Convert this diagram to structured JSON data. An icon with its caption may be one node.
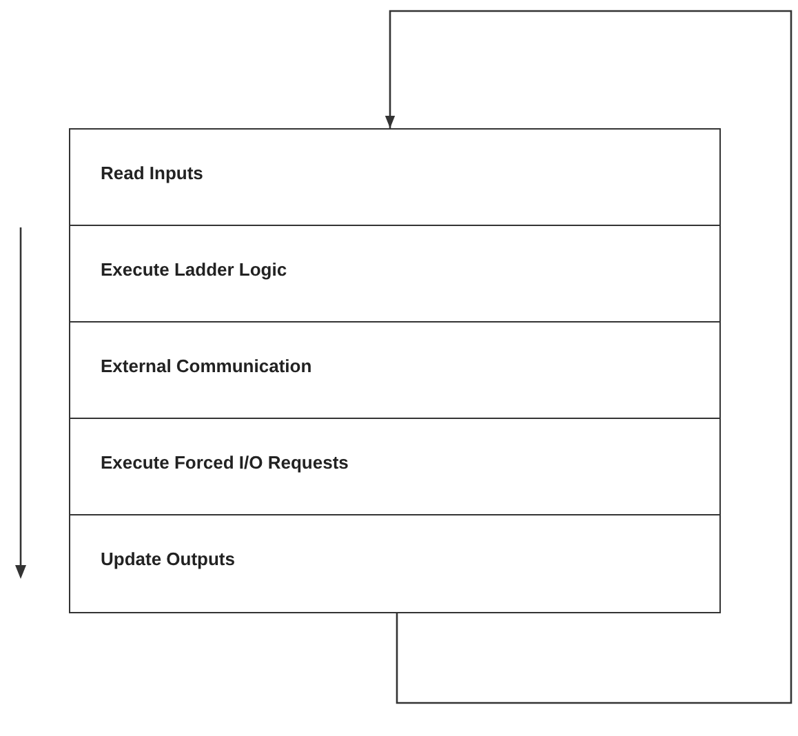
{
  "diagram": {
    "nodes": [
      {
        "text": [
          "Read Inputs"
        ]
      },
      {
        "text": [
          "Execute Ladder Logic"
        ]
      },
      {
        "text": [
          "External Communication"
        ]
      },
      {
        "text": [
          "Execute Forced I/O Requests"
        ]
      },
      {
        "text": [
          "Update Outputs"
        ]
      }
    ],
    "edges": [
      {
        "from": 4,
        "to": 0,
        "arrow": "to"
      }
    ]
  }
}
